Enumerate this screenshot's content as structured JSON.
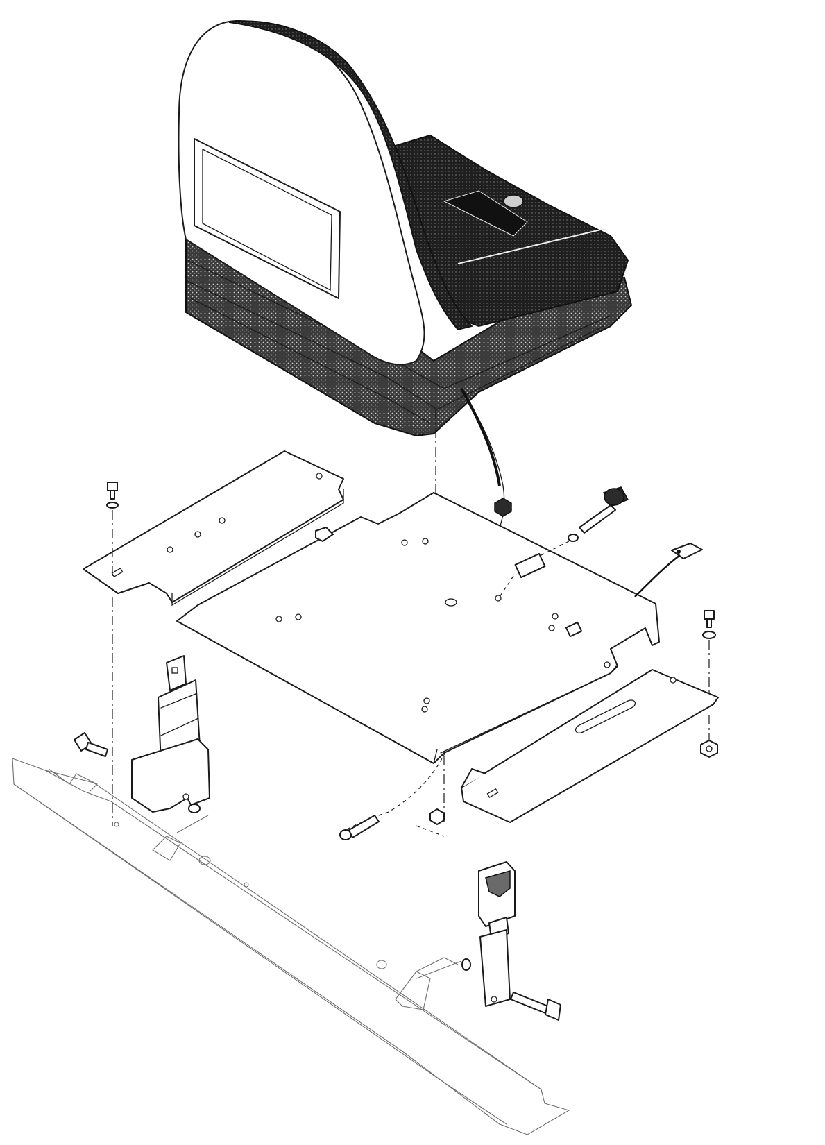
{
  "diagram": {
    "parts": [
      "seat-assembly",
      "seat-mounting-plate",
      "left-rail-plate",
      "right-rail-plate",
      "seat-switch-cable",
      "adjustment-knob",
      "seat-belt-buckle",
      "seat-belt-retractor",
      "frame-channel",
      "hex-bolts",
      "flange-nuts",
      "washers"
    ]
  },
  "colors": {
    "line": "#1a1a1a",
    "fill": "#ffffff",
    "upholstery": "#2b2b2b",
    "ghost_frame": "#6e6e6e"
  }
}
